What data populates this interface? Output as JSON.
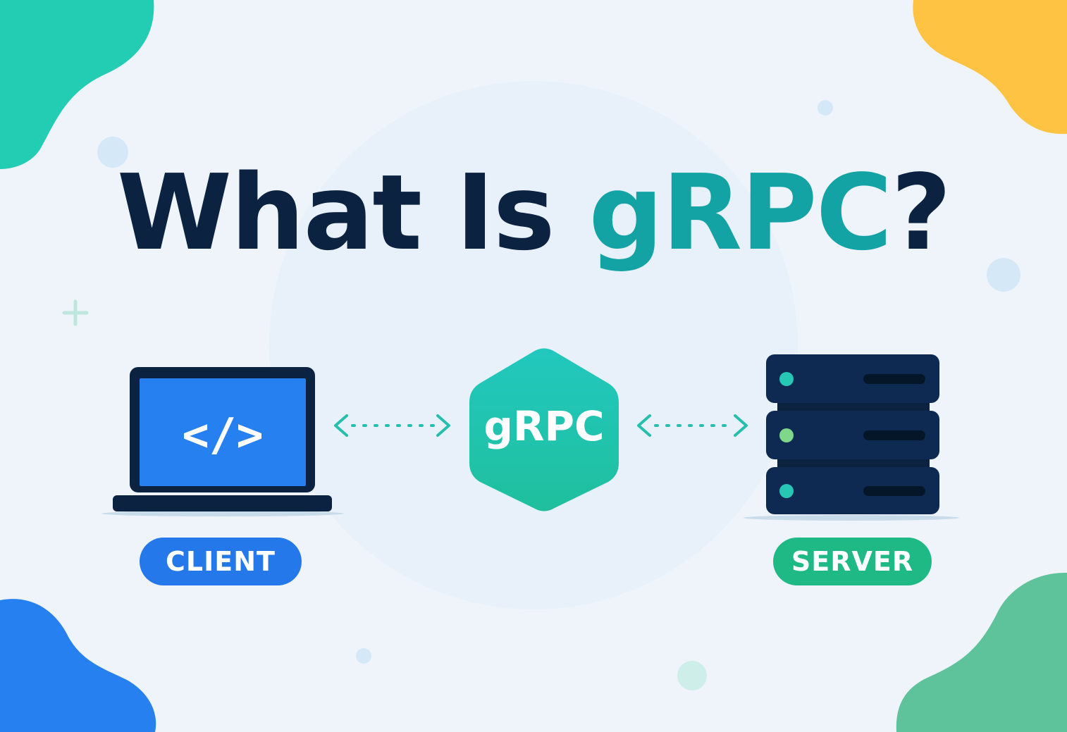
{
  "title": {
    "prefix": "What Is ",
    "accent": "gRPC",
    "suffix": "?"
  },
  "client": {
    "label": "CLIENT",
    "screen_glyph": "</>",
    "icon": "laptop-icon"
  },
  "server": {
    "label": "SERVER",
    "icon": "server-rack-icon"
  },
  "protocol": {
    "label": "gRPC",
    "shape": "hexagon"
  },
  "colors": {
    "background": "#eef4fa",
    "title": "#0b2240",
    "accent": "#14a3a5",
    "client": "#2478ea",
    "server": "#1fb986",
    "arrow": "#26bfae",
    "dark": "#0b2240",
    "blob_teal": "#22cdb4",
    "blob_yellow": "#ffc343",
    "blob_blue": "#2680f0",
    "blob_green": "#5ec29a"
  }
}
